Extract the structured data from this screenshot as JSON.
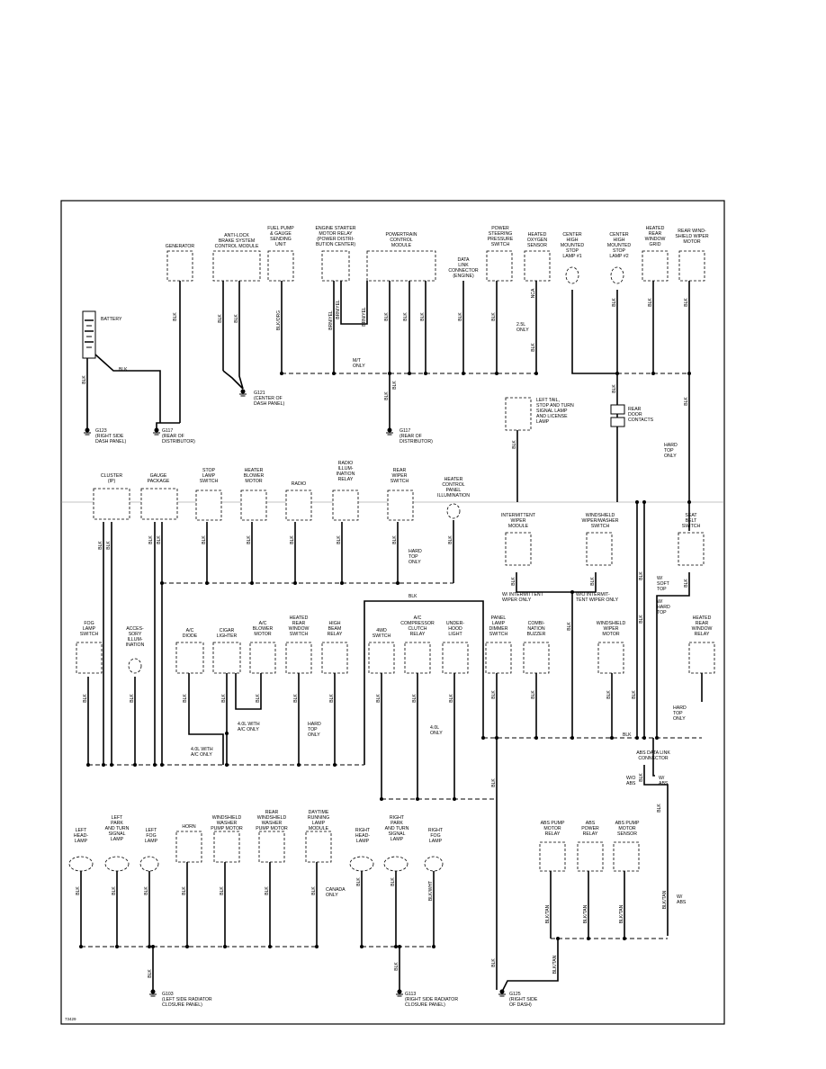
{
  "components": {
    "generator": [
      "GENERATOR"
    ],
    "abs_module": [
      "ANTI-LOCK",
      "BRAKE SYSTEM",
      "CONTROL MODULE"
    ],
    "fuel_pump": [
      "FUEL PUMP",
      "& GAUGE",
      "SENDING",
      "UNIT"
    ],
    "starter_relay": [
      "ENGINE STARTER",
      "MOTOR RELAY",
      "(POWER DISTRI-",
      "BUTION CENTER)"
    ],
    "pcm": [
      "POWERTRAIN",
      "CONTROL",
      "MODULE"
    ],
    "dlc_engine": [
      "DATA",
      "LINK",
      "CONNECTOR",
      "(ENGINE)"
    ],
    "ps_pressure": [
      "POWER",
      "STEERING",
      "PRESSURE",
      "SWITCH"
    ],
    "o2_sensor": [
      "HEATED",
      "OXYGEN",
      "SENSOR"
    ],
    "chmsl1": [
      "CENTER",
      "HIGH",
      "MOUNTED",
      "STOP",
      "LAMP #1"
    ],
    "chmsl2": [
      "CENTER",
      "HIGH",
      "MOUNTED",
      "STOP",
      "LAMP #2"
    ],
    "rear_grid": [
      "HEATED",
      "REAR",
      "WINDOW",
      "GRID"
    ],
    "rear_wiper_motor": [
      "REAR WIND-",
      "SHIELD WIPER",
      "MOTOR"
    ],
    "battery": [
      "BATTERY"
    ],
    "left_tail": [
      "LEFT TAIL,",
      "STOP AND TURN",
      "SIGNAL LAMP",
      "AND LICENSE",
      "LAMP"
    ],
    "door_contacts": [
      "REAR",
      "DOOR",
      "CONTACTS"
    ],
    "cluster": [
      "CLUSTER",
      "(IP)"
    ],
    "gauge_pkg": [
      "GAUGE",
      "PACKAGE"
    ],
    "stop_sw": [
      "STOP",
      "LAMP",
      "SWITCH"
    ],
    "blower": [
      "HEATER",
      "BLOWER",
      "MOTOR"
    ],
    "radio": [
      "RADIO"
    ],
    "radio_illum": [
      "RADIO",
      "ILLUM-",
      "INATION",
      "RELAY"
    ],
    "rear_wiper_sw": [
      "REAR",
      "WIPER",
      "SWITCH"
    ],
    "heater_illum": [
      "HEATER",
      "CONTROL",
      "PANEL",
      "ILLUMINATION"
    ],
    "int_wiper": [
      "INTERMITTENT",
      "WIPER",
      "MODULE"
    ],
    "ws_switch": [
      "WINDSHIELD",
      "WIPER/WASHER",
      "SWITCH"
    ],
    "belt_sw": [
      "SEAT",
      "BELT",
      "SWITCH"
    ],
    "fog_sw": [
      "FOG",
      "LAMP",
      "SWITCH"
    ],
    "acc_illum": [
      "ACCES-",
      "SORY",
      "ILLUM-",
      "INATION"
    ],
    "ac_diode": [
      "A/C",
      "DIODE"
    ],
    "cigar": [
      "CIGAR",
      "LIGHTER"
    ],
    "ac_blower": [
      "A/C",
      "BLOWER",
      "MOTOR"
    ],
    "rear_win_sw": [
      "HEATED",
      "REAR",
      "WINDOW",
      "SWITCH"
    ],
    "hibeam": [
      "HIGH",
      "BEAM",
      "RELAY"
    ],
    "4wd_sw": [
      "4WD",
      "SWITCH"
    ],
    "ac_clutch": [
      "A/C",
      "COMPRESSOR",
      "CLUTCH",
      "RELAY"
    ],
    "underhood": [
      "UNDER-",
      "HOOD",
      "LIGHT"
    ],
    "panel_dimmer": [
      "PANEL",
      "LAMP",
      "DIMMER",
      "SWITCH"
    ],
    "buzzer": [
      "COMBI-",
      "NATION",
      "BUZZER"
    ],
    "ws_motor": [
      "WINDSHIELD",
      "WIPER",
      "MOTOR"
    ],
    "rear_win_relay": [
      "HEATED",
      "REAR",
      "WINDOW",
      "RELAY"
    ],
    "abs_dlc": [
      "ABS DATA LINK",
      "CONNECTOR"
    ],
    "lh_head": [
      "LEFT",
      "HEAD-",
      "LAMP"
    ],
    "lh_park": [
      "LEFT",
      "PARK",
      "AND TURN",
      "SIGNAL",
      "LAMP"
    ],
    "lh_fog": [
      "LEFT",
      "FOG",
      "LAMP"
    ],
    "horn": [
      "HORN"
    ],
    "ws_washer": [
      "WINDSHIELD",
      "WASHER",
      "PUMP MOTOR"
    ],
    "rear_washer": [
      "REAR",
      "WINDSHIELD",
      "WASHER",
      "PUMP MOTOR"
    ],
    "drl": [
      "DAYTIME",
      "RUNNING",
      "LAMP",
      "MODULE"
    ],
    "rh_head": [
      "RIGHT",
      "HEAD-",
      "LAMP"
    ],
    "rh_park": [
      "RIGHT",
      "PARK",
      "AND TURN",
      "SIGNAL",
      "LAMP"
    ],
    "rh_fog": [
      "RIGHT",
      "FOG",
      "LAMP"
    ],
    "abs_pump_relay": [
      "ABS PUMP",
      "MOTOR",
      "RELAY"
    ],
    "abs_power_relay": [
      "ABS",
      "POWER",
      "RELAY"
    ],
    "abs_sensor": [
      "ABS PUMP",
      "MOTOR",
      "SENSOR"
    ]
  },
  "grounds": {
    "g123": [
      "G123",
      "(RIGHT SIDE",
      "DASH PANEL)"
    ],
    "g117a": [
      "G117",
      "(REAR OF",
      "DISTRIBUTOR)"
    ],
    "g121": [
      "G121",
      "(CENTER OF",
      "DASH PANEL)"
    ],
    "g117b": [
      "G117",
      "(REAR OF",
      "DISTRIBUTOR)"
    ],
    "g103": [
      "G103",
      "(LEFT SIDE RADIATOR",
      "CLOSURE PANEL)"
    ],
    "g113": [
      "G113",
      "(RIGHT SIDE RADIATOR",
      "CLOSURE PANEL)"
    ],
    "g125": [
      "G125",
      "(RIGHT SIDE",
      "OF DASH)"
    ]
  },
  "notes": {
    "mt_only": [
      "M/T",
      "ONLY"
    ],
    "25l_only": [
      "2.5L",
      "ONLY"
    ],
    "hard_top_1": [
      "HARD",
      "TOP",
      "ONLY"
    ],
    "hard_top_2": [
      "HARD",
      "TOP",
      "ONLY"
    ],
    "hard_top_3": [
      "HARD",
      "TOP",
      "ONLY"
    ],
    "hard_top_4": [
      "HARD",
      "TOP",
      "ONLY"
    ],
    "w_soft": [
      "W/",
      "SOFT",
      "TOP"
    ],
    "w_hard": [
      "W/",
      "HARD",
      "TOP"
    ],
    "w_int": [
      "W/ INTERMITTENT",
      "WIPER ONLY"
    ],
    "wo_int": [
      "W/O INTERMIT-",
      "TENT WIPER ONLY"
    ],
    "40l_ac_1": [
      "4.0L WITH",
      "A/C ONLY"
    ],
    "40l_ac_2": [
      "4.0L WITH",
      "A/C ONLY"
    ],
    "40l": [
      "4.0L",
      "ONLY"
    ],
    "wo_abs": [
      "W/O",
      "ABS"
    ],
    "w_abs": [
      "W/",
      "ABS"
    ],
    "w_abs2": [
      "W/",
      "ABS"
    ],
    "canada": [
      "CANADA",
      "ONLY"
    ]
  },
  "wire_colors": {
    "blk": "BLK",
    "blkorg": "BLK/ORG",
    "brnyel": "BRN/YEL",
    "blktan": "BLK/TAN",
    "blkwht": "BLK/WHT",
    "nca": "NCA"
  },
  "figure_id": "73429"
}
